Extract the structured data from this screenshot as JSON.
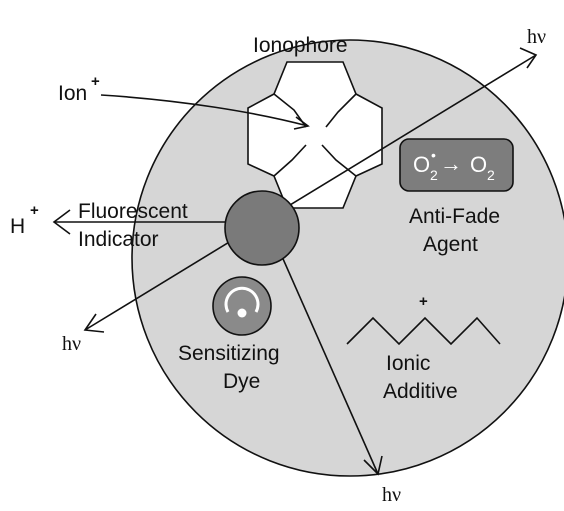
{
  "labels": {
    "ionophore": "Ionophore",
    "ion": "Ion",
    "ion_charge": "+",
    "proton": "H",
    "proton_charge": "+",
    "fluorescent": "Fluorescent",
    "indicator": "Indicator",
    "anti_fade_line1": "Anti-Fade",
    "anti_fade_line2": "Agent",
    "sensitizing_line1": "Sensitizing",
    "sensitizing_line2": "Dye",
    "ionic_line1": "Ionic",
    "ionic_line2": "Additive",
    "ionic_charge": "+",
    "hv_top_right": "hν",
    "hv_left": "hν",
    "hv_bottom": "hν"
  },
  "anti_fade_box": {
    "reactant": "O",
    "reactant_sub": "2",
    "reactant_mark": "•",
    "arrow": "→",
    "product": "O",
    "product_sub": "2"
  },
  "colors": {
    "sphere_fill": "#d6d6d6",
    "indicator_fill": "#7a7a7a",
    "dye_fill": "#8a8a8a",
    "anti_fade_fill": "#7d7d7d",
    "ionophore_fill": "#ffffff",
    "line": "#111111"
  }
}
